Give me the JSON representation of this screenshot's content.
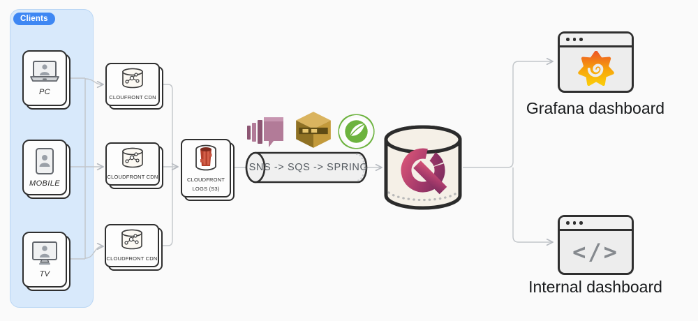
{
  "diagram": {
    "clients_group": {
      "badge": "Clients"
    },
    "clients": [
      {
        "label": "PC",
        "icon": "laptop-user-icon"
      },
      {
        "label": "MOBILE",
        "icon": "mobile-user-icon"
      },
      {
        "label": "TV",
        "icon": "tv-user-icon"
      }
    ],
    "cdns": [
      {
        "label": "CLOUFRONT CDN"
      },
      {
        "label": "CLOUDFRONT CDN"
      },
      {
        "label": "CLOUDFRONT CDN"
      }
    ],
    "logs": {
      "line1": "CLOUDFRONT",
      "line2": "LOGS (S3)"
    },
    "pipe": {
      "label": "SNS -> SQS -> SPRING",
      "icons": [
        "aws-sns-icon",
        "aws-sqs-icon",
        "spring-icon"
      ]
    },
    "database": {
      "icon": "questdb-logo"
    },
    "outputs": [
      {
        "label": "Grafana dashboard",
        "icon": "grafana-logo"
      },
      {
        "label": "Internal dashboard",
        "icon": "code-icon",
        "icon_text": "</>"
      }
    ],
    "colors": {
      "clients_fill": "#d8e9fb",
      "badge_blue": "#3e87f3",
      "connector": "#c2c6ca",
      "node_border": "#2f2f2f",
      "sns_mauve": "#ab6d90",
      "sqs_gold": "#c39a3b",
      "spring_green": "#6db33f",
      "s3_red": "#b5402c",
      "questdb_pink": "#d65477",
      "questdb_purple": "#7c2d5e",
      "grafana_orange": "#ee5a24",
      "grafana_yellow": "#fbcb0a"
    }
  }
}
